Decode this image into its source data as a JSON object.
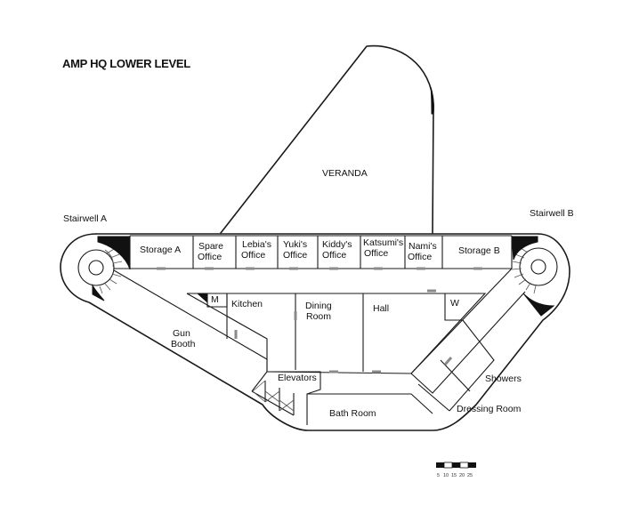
{
  "title": "AMP HQ LOWER LEVEL",
  "labels": {
    "veranda": "VERANDA",
    "stairwell_a": "Stairwell A",
    "stairwell_b": "Stairwell B",
    "storage_a": "Storage A",
    "storage_b": "Storage B",
    "spare_office_1": "Spare",
    "spare_office_2": "Office",
    "lebia_office_1": "Lebia's",
    "lebia_office_2": "Office",
    "yuki_office_1": "Yuki's",
    "yuki_office_2": "Office",
    "kiddy_office_1": "Kiddy's",
    "kiddy_office_2": "Office",
    "katsumi_office_1": "Katsumi's",
    "katsumi_office_2": "Office",
    "nami_office_1": "Nami's",
    "nami_office_2": "Office",
    "m": "M",
    "kitchen": "Kitchen",
    "dining_1": "Dining",
    "dining_2": "Room",
    "hall": "Hall",
    "w": "W",
    "gun_booth_1": "Gun",
    "gun_booth_2": "Booth",
    "elevators": "Elevators",
    "bath_room": "Bath Room",
    "showers": "Showers",
    "dressing_room": "Dressing Room"
  },
  "scale_bar": {
    "ticks": [
      "5",
      "10",
      "15",
      "20",
      "25"
    ]
  }
}
